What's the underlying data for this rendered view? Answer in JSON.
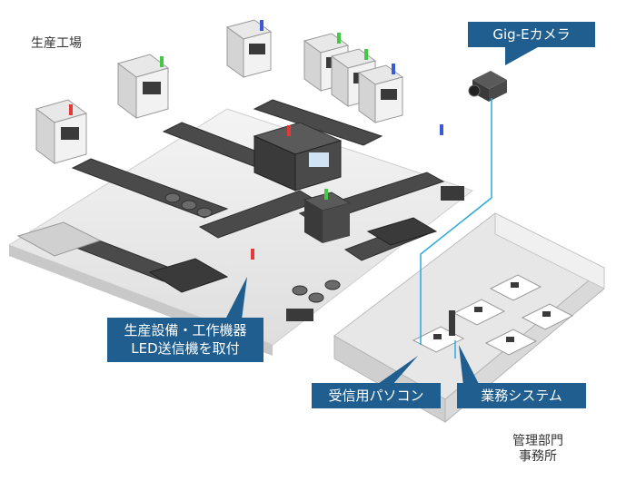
{
  "labels": {
    "factory": "生産工場",
    "camera": "Gig-Eカメラ",
    "transmitter_line1": "生産設備・工作機器",
    "transmitter_line2": "LED送信機を取付",
    "receiver_pc": "受信用パソコン",
    "business_system": "業務システム",
    "office_line1": "管理部門",
    "office_line2": "事務所"
  },
  "colors": {
    "callout_bg": "#1f5e8e",
    "link_line": "#2aa8e0",
    "floor": "#ececec",
    "machine_dark": "#3a3a3a",
    "machine_light": "#d9d9d9",
    "led_red": "#e53935",
    "led_green": "#43c943",
    "led_blue": "#3a5bd9"
  }
}
